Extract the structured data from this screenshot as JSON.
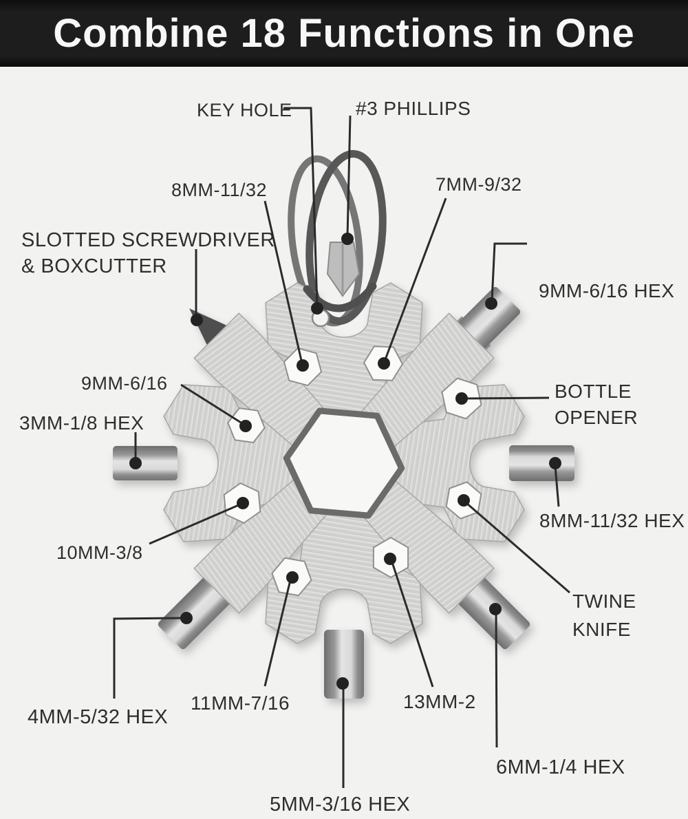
{
  "header": {
    "title": "Combine 18 Functions in One"
  },
  "diagram": {
    "tool_name": "18-in-1 snowflake multi-tool with keyring",
    "labels": {
      "key_hole": {
        "text": "KEY HOLE"
      },
      "phillips": {
        "text": "#3 PHILLIPS"
      },
      "hex_8mm_11_32": {
        "text": "8MM-11/32"
      },
      "hex_7mm_9_32": {
        "text": "7MM-9/32"
      },
      "slotted_boxcutterريال": {
        "text": ""
      },
      "slotted_boxcutter": {
        "text": "SLOTTED SCREWDRIVER\n& BOXCUTTER"
      },
      "hex_9mm_6_16": {
        "text": "9MM-6/16"
      },
      "hex_3mm_1_8": {
        "text": "3MM-1/8 HEX"
      },
      "hex_9mm_6_16_hex": {
        "text": "9MM-6/16 HEX"
      },
      "bottle_opener": {
        "text": "BOTTLE\nOPENER"
      },
      "hex_8mm_11_32_hex": {
        "text": "8MM-11/32 HEX"
      },
      "twine_knife": {
        "text": "TWINE\nKNIFE"
      },
      "hex_10mm_3_8": {
        "text": "10MM-3/8"
      },
      "hex_4mm_5_32": {
        "text": "4MM-5/32 HEX"
      },
      "hex_11mm_7_16": {
        "text": "11MM-7/16"
      },
      "hex_13mm_2": {
        "text": "13MM-2"
      },
      "hex_6mm_1_4": {
        "text": "6MM-1/4 HEX"
      },
      "hex_5mm_3_16": {
        "text": "5MM-3/16 HEX"
      }
    },
    "colors": {
      "banner_bg": "#1d1d1d",
      "banner_text": "#f7f7f7",
      "label_text": "#2e2e2e",
      "leader_line": "#2b2b2b",
      "background": "#f2f2f1",
      "metal_light": "#e3e3e2",
      "metal_dark": "#6f6f6f"
    }
  }
}
